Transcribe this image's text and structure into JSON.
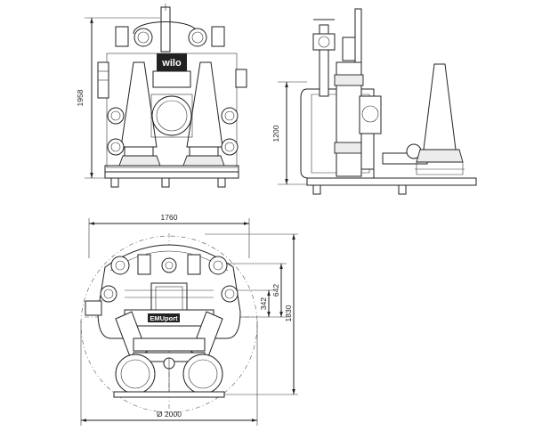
{
  "front_view": {
    "height_dim": "1958",
    "brand_logo": "wilo"
  },
  "side_view": {
    "height_dim": "1200"
  },
  "top_view": {
    "width_dim": "1760",
    "depth_dim": "1830",
    "offset_dim_1": "642",
    "offset_dim_2": "342",
    "diameter_dim": "Ø 2000",
    "tank_label": "EMUport"
  },
  "colors": {
    "line": "#222222",
    "background": "#ffffff"
  }
}
